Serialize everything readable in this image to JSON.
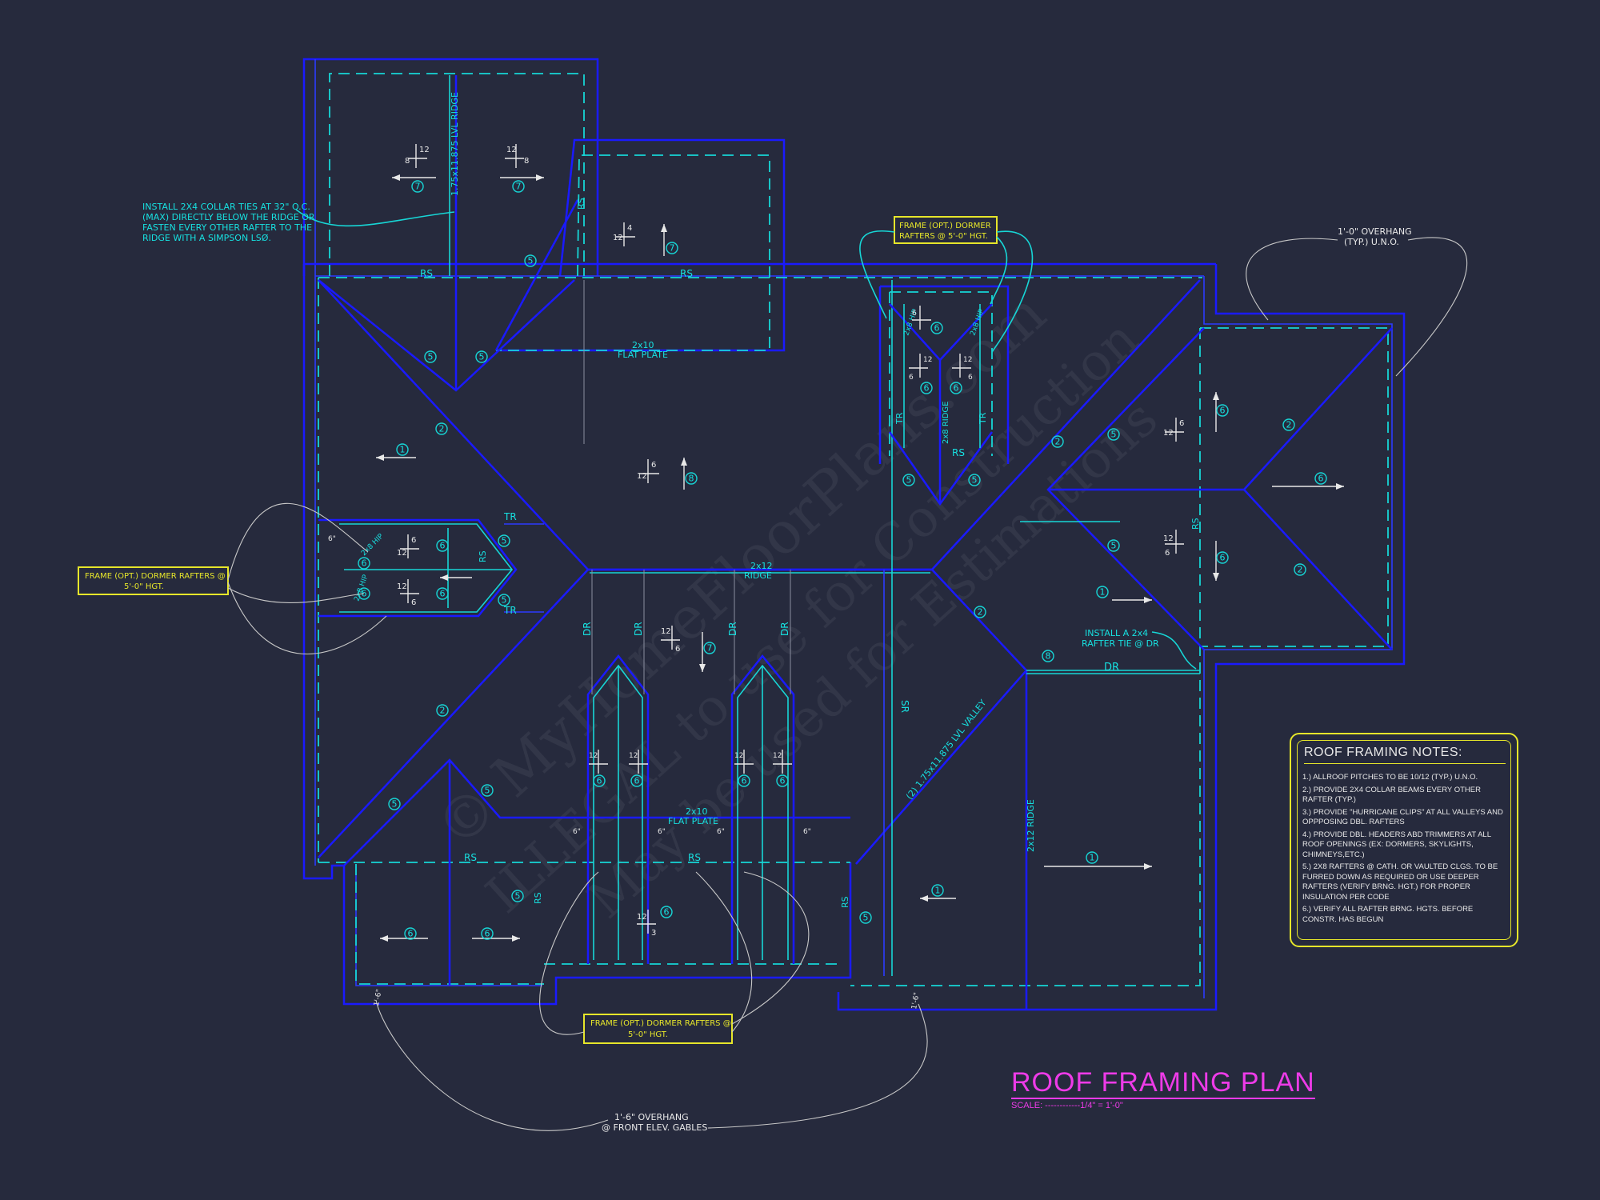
{
  "title": "ROOF FRAMING PLAN",
  "scale_label": "SCALE: ------------1/4\" = 1'-0\"",
  "notes": {
    "title": "ROOF FRAMING NOTES:",
    "items": [
      "1.) ALLROOF PITCHES TO BE 10/12 (TYP.) U.N.O.",
      "2.) PROVIDE 2x4 COLLAR BEAMS EVERY OTHER RAFTER (TYP.)",
      "3.) PROVIDE \"HURRICANE CLIPS\" AT ALL VALLEYS AND OPPPOSING DBL. RAFTERS",
      "4.) PROVIDE DBL. HEADERS ABD TRIMMERS AT ALL ROOF OPENINGS (EX: DORMERS, SKYLIGHTS, CHIMNEYS,ETC.)",
      "5.) 2x8 RAFTERS @ CATH. OR VAULTED CLGS. TO BE FURRED DOWN AS REQUIRED OR USE DEEPER RAFTERS (VERIFY BRNG. HGT.) FOR PROPER INSULATION PER CODE",
      "6.) VERIFY ALL RAFTER BRNG. HGTS. BEFORE CONSTR. HAS BEGUN"
    ]
  },
  "callouts": {
    "collar_ties": [
      "INSTALL 2X4 COLLAR TIES AT 32\" O.C.",
      "(MAX) DIRECTLY BELOW THE RIDGE OR",
      "FASTEN EVERY OTHER RAFTER TO THE",
      "RIDGE WITH A SIMPSON LSØ."
    ],
    "dormer_top": [
      "FRAME (OPT.) DORMER",
      "RAFTERS @ 5'-0\" HGT."
    ],
    "dormer_left": [
      "FRAME (OPT.) DORMER RAFTERS @",
      "5'-0\" HGT."
    ],
    "dormer_bottom": [
      "FRAME (OPT.) DORMER RAFTERS @",
      "5'-0\" HGT."
    ],
    "overhang_right": [
      "1'-0\" OVERHANG",
      "(TYP.) U.N.O."
    ],
    "overhang_bottom": [
      "1'-6\" OVERHANG",
      "@ FRONT ELEV. GABLES"
    ],
    "rafter_tie": [
      "INSTALL A 2x4",
      "RAFTER TIE @ DR"
    ]
  },
  "labels": {
    "lvl_ridge": "1.75x11.875 LVL RIDGE",
    "flat_plate_top": [
      "2x10",
      "FLAT PLATE"
    ],
    "ridge_main": [
      "2x12",
      "RIDGE"
    ],
    "flat_plate_bottom": [
      "2x10",
      "FLAT PLATE"
    ],
    "valley": "(2) 1.75x11.875 LVL VALLEY",
    "ridge_right": "2x12 RIDGE",
    "ridge_dormer": "2x8 RIDGE",
    "hip_2x8": "2x8 HIP",
    "rs": "RS",
    "tr": "TR",
    "dr": "DR",
    "sr": "SR",
    "overhang_6": "6\"",
    "overhang_1_6": "1'-6\""
  },
  "pitch": {
    "rise_12": "12",
    "rise_8": "8",
    "rise_6": "6",
    "rise_4": "4",
    "rise_3": "3"
  },
  "tags": [
    "1",
    "2",
    "5",
    "6",
    "7",
    "8"
  ],
  "watermark": [
    "© MyHomeFloorPlans.com",
    "ILLEGAL to use for Construction",
    "May be used for Estimations"
  ],
  "colors": {
    "background": "#262a3d",
    "wall_line": "#1a1aff",
    "framing_line": "#17d6d6",
    "callout_box": "#e6e62a",
    "title": "#ee3be8"
  }
}
